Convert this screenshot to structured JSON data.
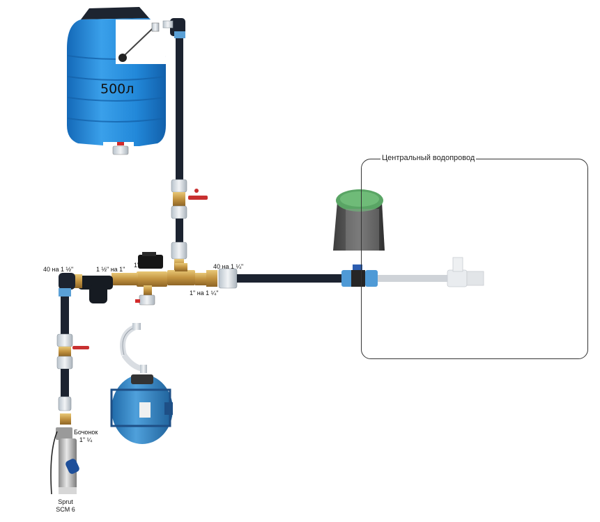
{
  "tank": {
    "volume_label": "500л"
  },
  "region": {
    "title": "Центральный водопровод"
  },
  "fittings": {
    "adapter_left": "40 на 1 ½\"",
    "adapter_middle": "1 ½\" на 1\"",
    "fitting_one_inch": "1\"",
    "adapter_right": "40 на 1 ¼\"",
    "adapter_bottom": "1\" на 1 ¼\""
  },
  "pump": {
    "nipple_label_line1": "Бочонок",
    "nipple_label_line2": "1\" ¼",
    "model_line1": "Sprut",
    "model_line2": "SCM 6"
  },
  "colors": {
    "tank_blue": "#1f86d6",
    "pipe": "#1c2330",
    "brass": "#c9a04a",
    "valve_red": "#d22a2a",
    "accumulator_blue": "#2f83c4"
  }
}
